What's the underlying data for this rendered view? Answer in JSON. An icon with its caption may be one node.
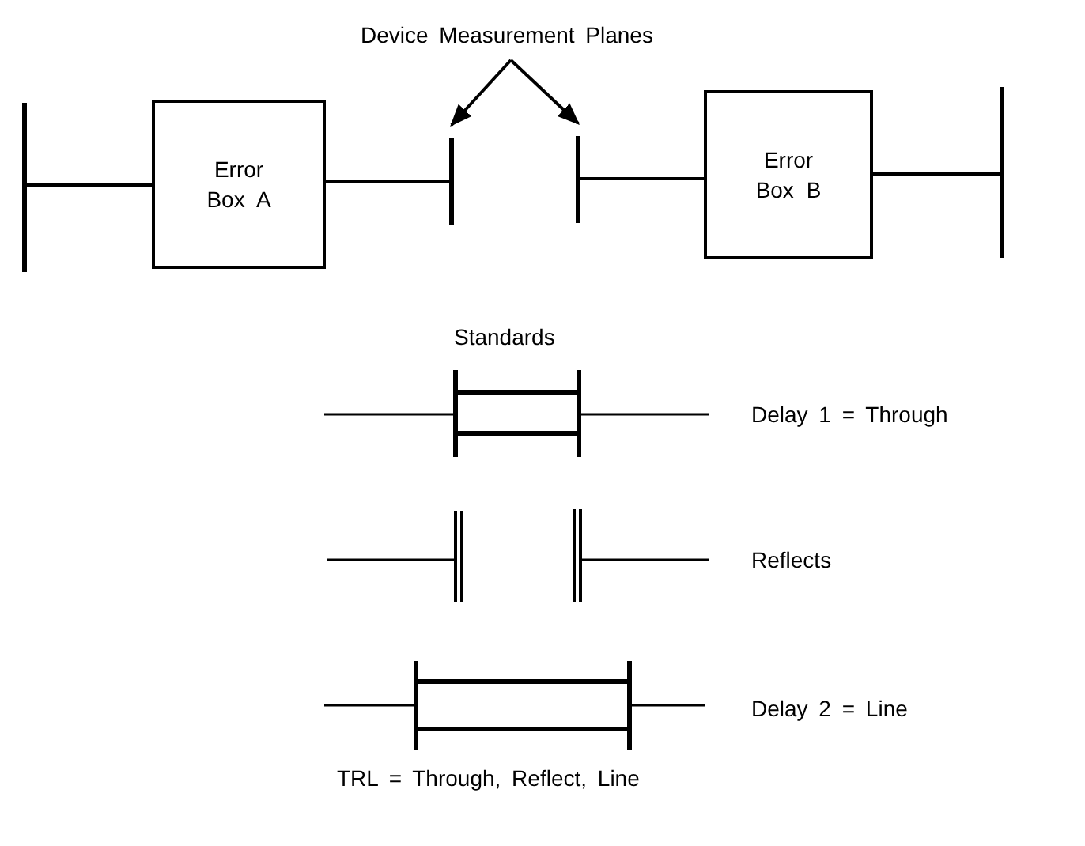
{
  "diagram": {
    "nodes": [
      {
        "text": [
          "Device Measurement Planes"
        ]
      },
      {
        "text": [],
        "shape": "bar"
      },
      {
        "text": [
          "Error Box A"
        ]
      },
      {
        "text": [],
        "shape": "bar"
      },
      {
        "text": [],
        "shape": "bar"
      },
      {
        "text": [
          "Error Box B"
        ]
      },
      {
        "text": [],
        "shape": "bar"
      }
    ],
    "edges": [
      {
        "from": 0,
        "to": 3,
        "arrow": "to"
      },
      {
        "from": 0,
        "to": 4,
        "arrow": "to"
      },
      {
        "from": 1,
        "to": 2,
        "arrow": "none"
      },
      {
        "from": 2,
        "to": 3,
        "arrow": "none"
      },
      {
        "from": 4,
        "to": 5,
        "arrow": "none"
      },
      {
        "from": 5,
        "to": 6,
        "arrow": "none"
      }
    ],
    "labels": [
      "Standards",
      "Delay 1 = Through",
      "Reflects",
      "Delay 2 = Line",
      "TRL = Through, Reflect, Line"
    ]
  }
}
